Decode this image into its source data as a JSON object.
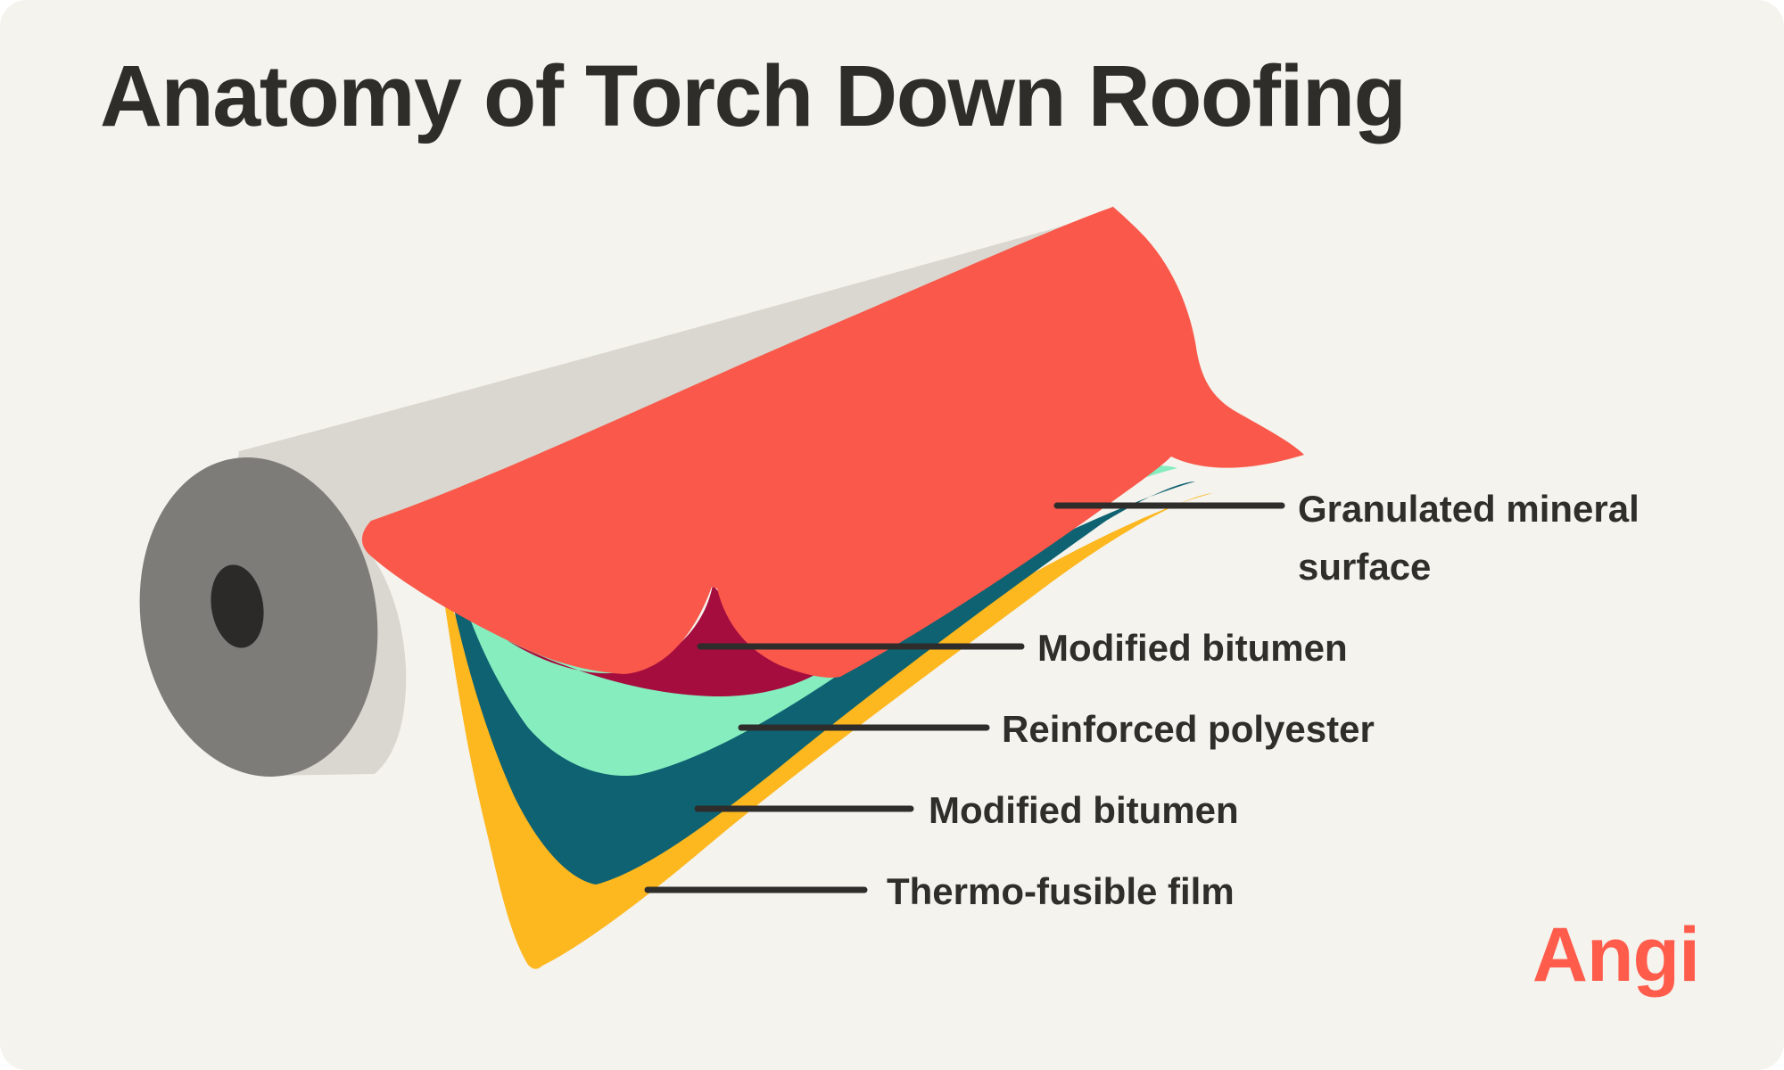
{
  "title": "Anatomy of Torch Down Roofing",
  "brand": {
    "logo_text": "Angi",
    "logo_color": "#FF5C4C"
  },
  "colors": {
    "background": "#F4F3ED",
    "page_corner": "#FFFFFF",
    "text": "#2E2D2A",
    "leader_line": "#2E2D2B",
    "roll_body": "#D9D7CF",
    "roll_end_cap": "#7D7C79",
    "roll_core_hole": "#2B2A28"
  },
  "layers": [
    {
      "name": "Granulated mineral surface",
      "color": "#F9584A"
    },
    {
      "name": "Modified bitumen",
      "color": "#A60D3F"
    },
    {
      "name": "Reinforced polyester",
      "color": "#86EDBE"
    },
    {
      "name": "Modified bitumen",
      "color": "#0E6271"
    },
    {
      "name": "Thermo-fusible film",
      "color": "#FDB71F"
    }
  ],
  "labels": {
    "granulated": "Granulated mineral surface",
    "bitumen_top": "Modified bitumen",
    "polyester": "Reinforced polyester",
    "bitumen_bottom": "Modified bitumen",
    "thermo": "Thermo-fusible film"
  }
}
